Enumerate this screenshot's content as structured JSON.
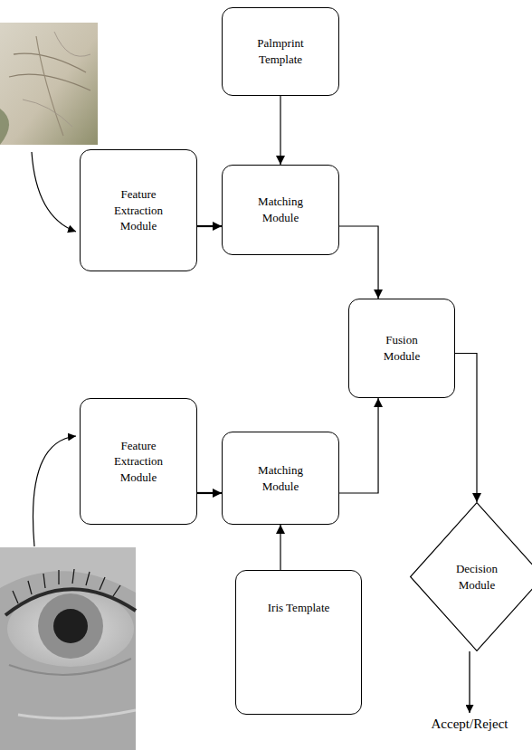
{
  "diagram": {
    "nodes": [
      {
        "text": [
          "Palmprint Template"
        ]
      },
      {
        "text": [
          "Feature Extraction Module"
        ]
      },
      {
        "text": [
          "Matching Module"
        ]
      },
      {
        "text": [
          "Fusion Module"
        ]
      },
      {
        "text": [
          "Feature Extraction Module"
        ]
      },
      {
        "text": [
          "Matching Module"
        ]
      },
      {
        "text": [
          "Iris Template"
        ]
      },
      {
        "text": [
          "Decision Module"
        ]
      }
    ],
    "edges": [
      {
        "from": 0,
        "to": 2,
        "arrow": "to"
      },
      {
        "from": 1,
        "to": 2,
        "arrow": "to"
      },
      {
        "from": 2,
        "to": 3,
        "arrow": "to"
      },
      {
        "from": 4,
        "to": 5,
        "arrow": "to"
      },
      {
        "from": 5,
        "to": 3,
        "arrow": "to"
      },
      {
        "from": 6,
        "to": 5,
        "arrow": "to"
      },
      {
        "from": 3,
        "to": 7,
        "arrow": "to"
      }
    ],
    "labels": [
      "Accept/Reject"
    ]
  }
}
